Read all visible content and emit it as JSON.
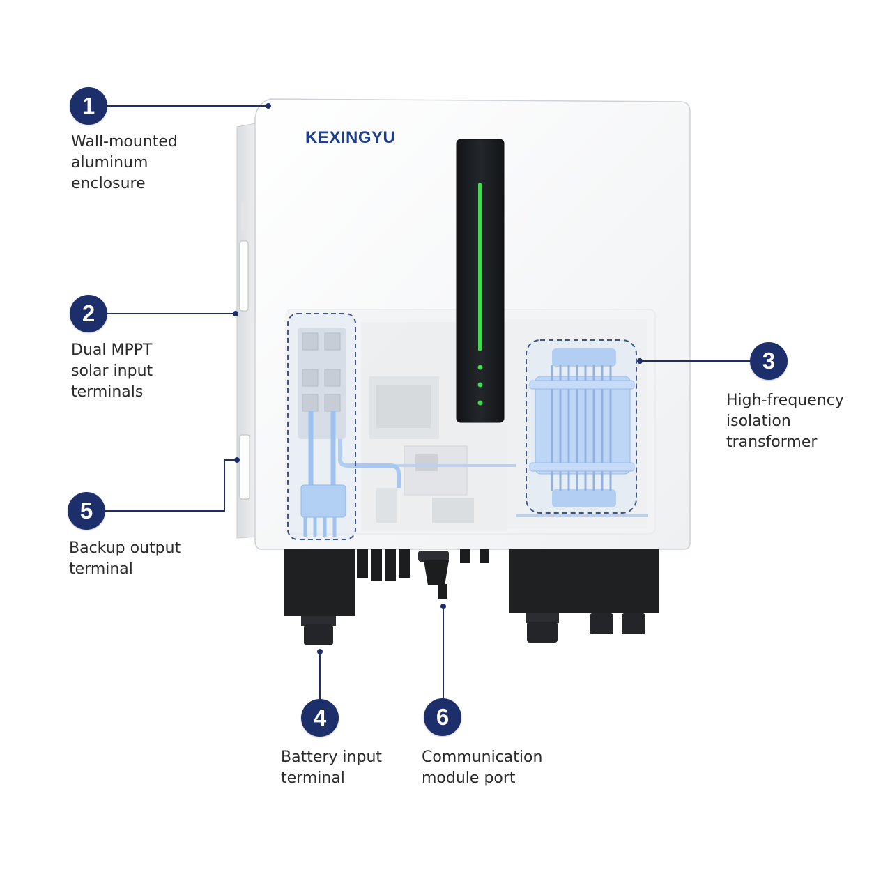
{
  "brand": "KEXINGYU",
  "callouts": [
    {
      "number": "1",
      "lines": [
        "Wall-mounted",
        "aluminum",
        "enclosure"
      ]
    },
    {
      "number": "2",
      "lines": [
        "Dual MPPT",
        "solar input",
        "terminals"
      ]
    },
    {
      "number": "3",
      "lines": [
        "High-frequency",
        "isolation",
        "transformer"
      ]
    },
    {
      "number": "4",
      "lines": [
        "Battery input",
        "terminal"
      ]
    },
    {
      "number": "5",
      "lines": [
        "Backup output",
        "terminal"
      ]
    },
    {
      "number": "6",
      "lines": [
        "Communication",
        "module port"
      ]
    }
  ],
  "colors": {
    "badge": "#1c2f6b",
    "brand": "#1d3e8a",
    "led": "#3ddc4a",
    "highlight": "#8fb8ec"
  }
}
